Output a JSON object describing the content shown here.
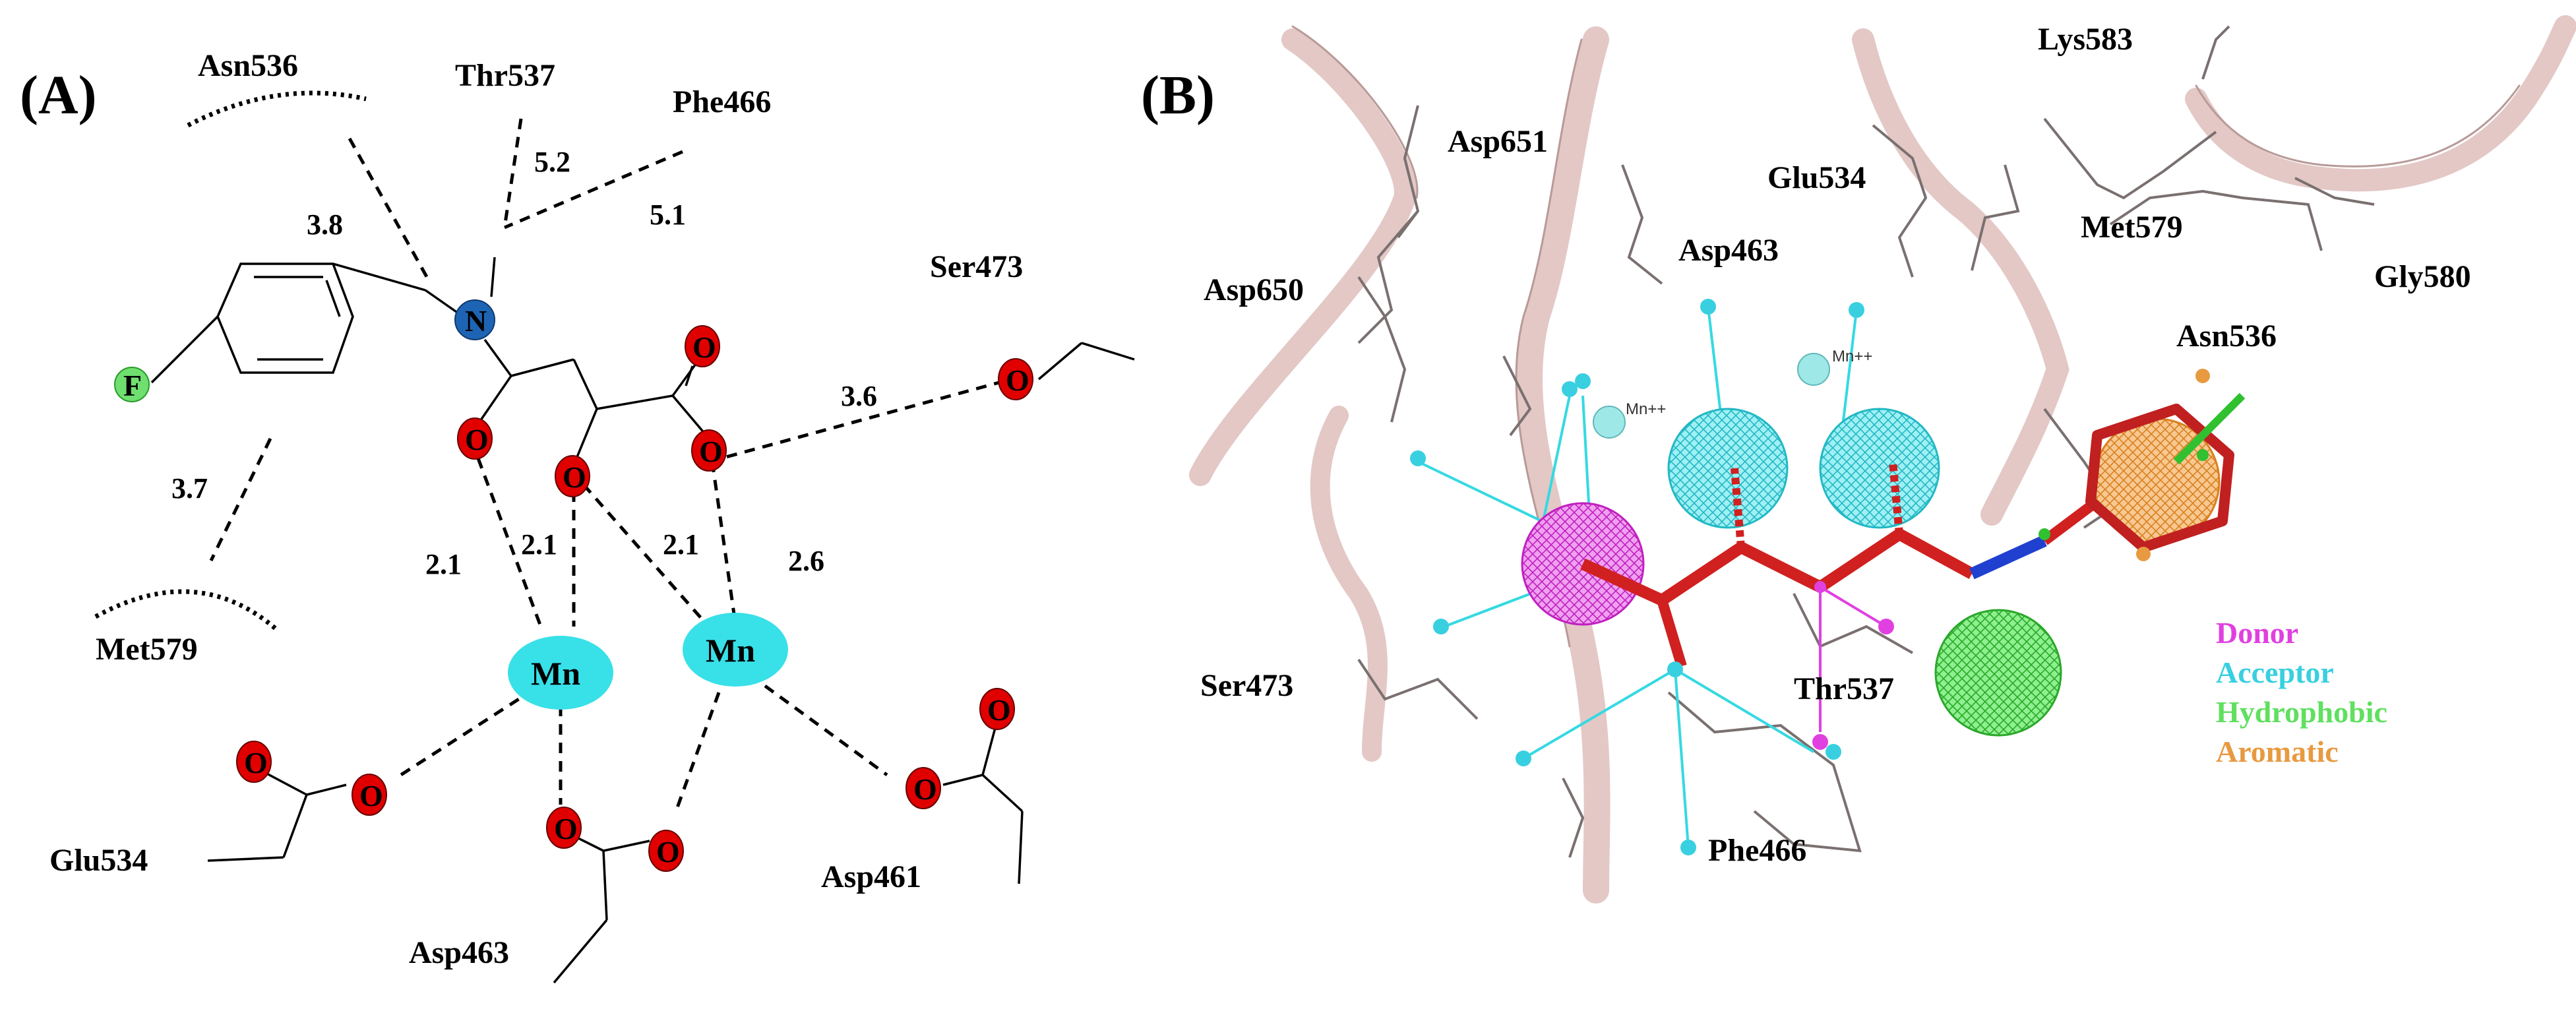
{
  "panel_a": {
    "label": "(A)",
    "residues": {
      "asn536": "Asn536",
      "thr537": "Thr537",
      "phe466": "Phe466",
      "ser473": "Ser473",
      "met579": "Met579",
      "glu534": "Glu534",
      "asp463": "Asp463",
      "asp461": "Asp461"
    },
    "distances": {
      "d_3_8": "3.8",
      "d_5_2": "5.2",
      "d_5_1": "5.1",
      "d_3_6": "3.6",
      "d_3_7": "3.7",
      "d_2_1_a": "2.1",
      "d_2_1_b": "2.1",
      "d_2_1_c": "2.1",
      "d_2_6": "2.6"
    },
    "atoms": {
      "fluorine": "F",
      "nitrogen": "N",
      "oxygen": "O",
      "manganese": "Mn"
    },
    "colors": {
      "oxygen": "#e00000",
      "nitrogen": "#1e64b4",
      "fluorine": "#6fe06f",
      "manganese": "#38e0e8"
    }
  },
  "panel_b": {
    "label": "(B)",
    "residues": {
      "asp651": "Asp651",
      "asp650": "Asp650",
      "asp463": "Asp463",
      "glu534": "Glu534",
      "lys583": "Lys583",
      "met579": "Met579",
      "gly580": "Gly580",
      "asn536": "Asn536",
      "ser473": "Ser473",
      "thr537": "Thr537",
      "phe466": "Phe466"
    },
    "ions": {
      "mn1": "Mn++",
      "mn2": "Mn++"
    },
    "legend": [
      {
        "label": "Donor",
        "color": "#e040e0"
      },
      {
        "label": "Acceptor",
        "color": "#38d0e0"
      },
      {
        "label": "Hydrophobic",
        "color": "#5fe05f"
      },
      {
        "label": "Aromatic",
        "color": "#e89a40"
      }
    ]
  }
}
